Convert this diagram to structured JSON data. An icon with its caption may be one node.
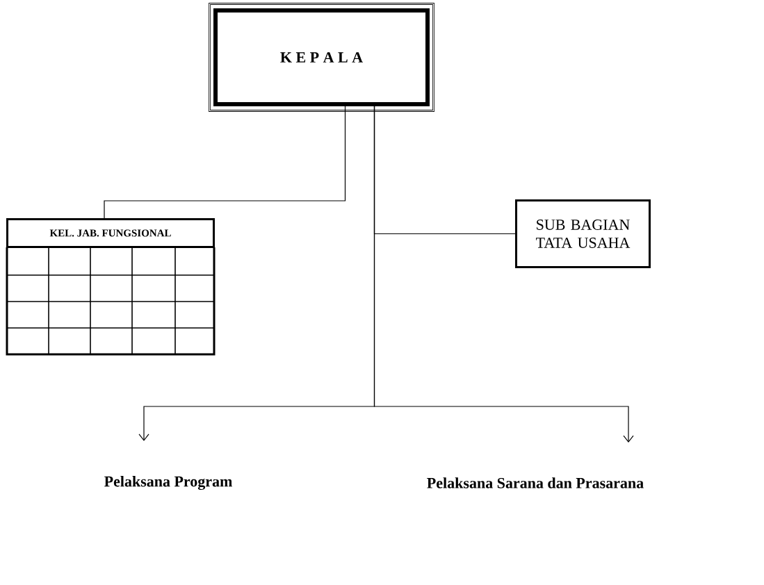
{
  "diagram": {
    "nodes": [
      {
        "text": [
          "K E P A L A"
        ]
      },
      {
        "text": [
          "KEL. JAB. FUNGSIONAL"
        ]
      },
      {
        "text": [
          "SUB BAGIAN TATA USAHA"
        ]
      },
      {
        "text": [
          "Pelaksana Program"
        ]
      },
      {
        "text": [
          "Pelaksana Sarana dan Prasarana"
        ]
      }
    ],
    "edges": [
      {
        "from": 0,
        "to": 1,
        "arrow": "none"
      },
      {
        "from": 0,
        "to": 2,
        "arrow": "none"
      },
      {
        "from": 0,
        "to": 3,
        "arrow": "to"
      },
      {
        "from": 0,
        "to": 4,
        "arrow": "to"
      }
    ]
  }
}
